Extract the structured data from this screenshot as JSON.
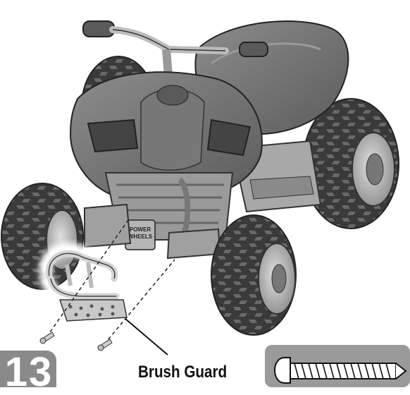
{
  "step": {
    "number": "13"
  },
  "part": {
    "label": "Brush Guard"
  },
  "colors": {
    "body": "#6f6f6f",
    "body_dark": "#4a4a4a",
    "tire": "#3d3d3d",
    "rim": "#b8b8b8",
    "guard": "#d4d4d4",
    "badge": "#8a8a8a",
    "screw_panel": "#9a9a9a"
  },
  "icons": [
    "atv-illustration",
    "screw-icon",
    "leader-line"
  ],
  "vehicle": {
    "emblem_lines": [
      "POWER",
      "WHEELS"
    ]
  }
}
